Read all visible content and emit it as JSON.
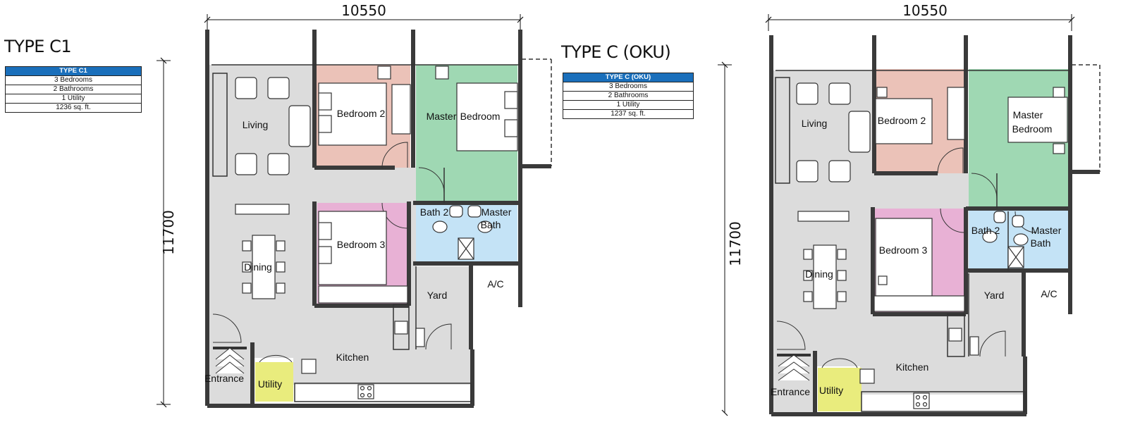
{
  "colors": {
    "bedroom2": "#ebc2b8",
    "master": "#9fd8b3",
    "bedroom3": "#e8b1d5",
    "bath": "#c4e3f6",
    "utility": "#e9ec7d",
    "floor": "#dcdcdc",
    "wall": "#3a3a3a",
    "header_blue": "#1a6fbb"
  },
  "left": {
    "type_title": "TYPE C1",
    "spec_header": "TYPE C1",
    "spec_rows": [
      "3 Bedrooms",
      "2 Bathrooms",
      "1 Utility",
      "1236 sq. ft."
    ],
    "width_dim": "10550",
    "height_dim": "11700",
    "rooms": {
      "living": "Living",
      "bedroom2": "Bedroom 2",
      "master_a": "Master",
      "master_b": "Bedroom",
      "bath2": "Bath 2",
      "masterbath_a": "Master",
      "masterbath_b": "Bath",
      "bedroom3": "Bedroom 3",
      "dining": "Dining",
      "yard": "Yard",
      "ac": "A/C",
      "kitchen": "Kitchen",
      "entrance": "Entrance",
      "utility": "Utility"
    }
  },
  "right": {
    "type_title": "TYPE C (OKU)",
    "spec_header": "TYPE C (OKU)",
    "spec_rows": [
      "3 Bedrooms",
      "2 Bathrooms",
      "1 Utility",
      "1237 sq. ft."
    ],
    "width_dim": "10550",
    "height_dim": "11700",
    "rooms": {
      "living": "Living",
      "bedroom2": "Bedroom 2",
      "master_a": "Master",
      "master_b": "Bedroom",
      "bath2": "Bath 2",
      "masterbath_a": "Master",
      "masterbath_b": "Bath",
      "bedroom3": "Bedroom 3",
      "dining": "Dining",
      "yard": "Yard",
      "ac": "A/C",
      "kitchen": "Kitchen",
      "entrance": "Entrance",
      "utility": "Utility"
    }
  }
}
